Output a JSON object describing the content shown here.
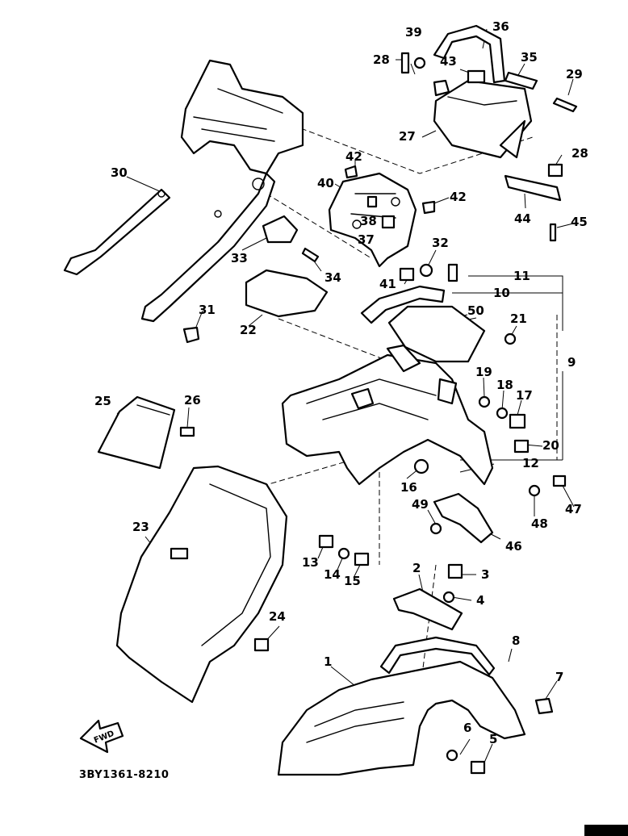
{
  "diagram": {
    "callouts": [
      {
        "id": "c1",
        "text": "1"
      },
      {
        "id": "c2",
        "text": "2"
      },
      {
        "id": "c3",
        "text": "3"
      },
      {
        "id": "c4",
        "text": "4"
      },
      {
        "id": "c5",
        "text": "5"
      },
      {
        "id": "c6",
        "text": "6"
      },
      {
        "id": "c7",
        "text": "7"
      },
      {
        "id": "c8",
        "text": "8"
      },
      {
        "id": "c9",
        "text": "9"
      },
      {
        "id": "c10",
        "text": "10"
      },
      {
        "id": "c11",
        "text": "11"
      },
      {
        "id": "c12",
        "text": "12"
      },
      {
        "id": "c13",
        "text": "13"
      },
      {
        "id": "c14",
        "text": "14"
      },
      {
        "id": "c15",
        "text": "15"
      },
      {
        "id": "c16",
        "text": "16"
      },
      {
        "id": "c17",
        "text": "17"
      },
      {
        "id": "c18",
        "text": "18"
      },
      {
        "id": "c19",
        "text": "19"
      },
      {
        "id": "c20",
        "text": "20"
      },
      {
        "id": "c21",
        "text": "21"
      },
      {
        "id": "c22",
        "text": "22"
      },
      {
        "id": "c23",
        "text": "23"
      },
      {
        "id": "c24",
        "text": "24"
      },
      {
        "id": "c25",
        "text": "25"
      },
      {
        "id": "c26",
        "text": "26"
      },
      {
        "id": "c27",
        "text": "27"
      },
      {
        "id": "c28a",
        "text": "28"
      },
      {
        "id": "c28b",
        "text": "28"
      },
      {
        "id": "c29",
        "text": "29"
      },
      {
        "id": "c30",
        "text": "30"
      },
      {
        "id": "c31",
        "text": "31"
      },
      {
        "id": "c32",
        "text": "32"
      },
      {
        "id": "c33",
        "text": "33"
      },
      {
        "id": "c34",
        "text": "34"
      },
      {
        "id": "c35",
        "text": "35"
      },
      {
        "id": "c36",
        "text": "36"
      },
      {
        "id": "c37",
        "text": "37"
      },
      {
        "id": "c38",
        "text": "38"
      },
      {
        "id": "c39",
        "text": "39"
      },
      {
        "id": "c40",
        "text": "40"
      },
      {
        "id": "c41",
        "text": "41"
      },
      {
        "id": "c42a",
        "text": "42"
      },
      {
        "id": "c42b",
        "text": "42"
      },
      {
        "id": "c43",
        "text": "43"
      },
      {
        "id": "c44",
        "text": "44"
      },
      {
        "id": "c45",
        "text": "45"
      },
      {
        "id": "c46",
        "text": "46"
      },
      {
        "id": "c47",
        "text": "47"
      },
      {
        "id": "c48",
        "text": "48"
      },
      {
        "id": "c49",
        "text": "49"
      },
      {
        "id": "c50",
        "text": "50"
      }
    ],
    "drawing_code": "3BY1361-8210",
    "forward_arrow_label": "FWD"
  }
}
